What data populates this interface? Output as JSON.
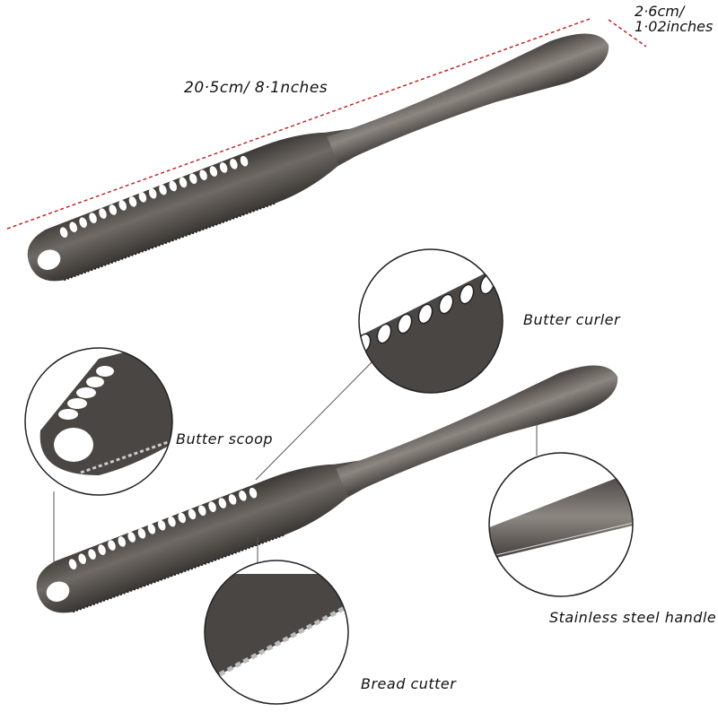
{
  "image": {
    "type": "product-infographic",
    "subject": "black stainless steel butter knife",
    "background_color": "#ffffff",
    "metal_color": "#4a4643",
    "metal_highlight": "#8a8580",
    "dimension_line_color": "#c0282d",
    "callout_line_color": "#555555"
  },
  "dimensions": {
    "length_label": "20·5cm/ 8·1nches",
    "width_label_line1": "2·6cm/",
    "width_label_line2": "1·02inches"
  },
  "callouts": [
    {
      "id": "butter-curler",
      "label": "Butter curler",
      "detail": "row of oval holes along blade spine"
    },
    {
      "id": "butter-scoop",
      "label": "Butter scoop",
      "detail": "large hole at blade tip"
    },
    {
      "id": "stainless-steel-handle",
      "label": "Stainless steel handle",
      "detail": "tapered polished handle"
    },
    {
      "id": "bread-cutter",
      "label": "Bread cutter",
      "detail": "serrated edge"
    }
  ]
}
